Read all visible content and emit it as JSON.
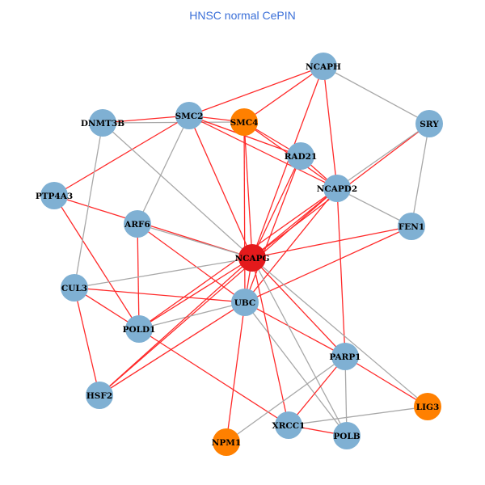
{
  "title": "HNSC normal CePIN",
  "colors": {
    "default_node": "#7fb0d3",
    "query_node": "#e41a1c",
    "highlight_node": "#ff8000",
    "red_edge": "#ff2a2a",
    "gray_edge": "#a8a8a8"
  },
  "nodes": [
    {
      "id": "NCAPH",
      "type": "default"
    },
    {
      "id": "SRY",
      "type": "default"
    },
    {
      "id": "DNMT3B",
      "type": "default"
    },
    {
      "id": "SMC2",
      "type": "default"
    },
    {
      "id": "SMC4",
      "type": "highlight"
    },
    {
      "id": "RAD21",
      "type": "default"
    },
    {
      "id": "NCAPD2",
      "type": "default"
    },
    {
      "id": "PTP4A3",
      "type": "default"
    },
    {
      "id": "ARF6",
      "type": "default"
    },
    {
      "id": "FEN1",
      "type": "default"
    },
    {
      "id": "NCAPG",
      "type": "query"
    },
    {
      "id": "CUL3",
      "type": "default"
    },
    {
      "id": "UBC",
      "type": "default"
    },
    {
      "id": "POLD1",
      "type": "default"
    },
    {
      "id": "PARP1",
      "type": "default"
    },
    {
      "id": "HSF2",
      "type": "default"
    },
    {
      "id": "LIG3",
      "type": "highlight"
    },
    {
      "id": "XRCC1",
      "type": "default"
    },
    {
      "id": "POLB",
      "type": "default"
    },
    {
      "id": "NPM1",
      "type": "highlight"
    }
  ],
  "edges": [
    [
      "NCAPH",
      "SMC2",
      "red"
    ],
    [
      "NCAPH",
      "SMC4",
      "red"
    ],
    [
      "NCAPH",
      "NCAPD2",
      "red"
    ],
    [
      "NCAPH",
      "NCAPG",
      "red"
    ],
    [
      "NCAPH",
      "SRY",
      "gray"
    ],
    [
      "SMC2",
      "DNMT3B",
      "red"
    ],
    [
      "DNMT3B",
      "SMC4",
      "gray"
    ],
    [
      "SMC2",
      "SMC4",
      "red"
    ],
    [
      "SMC2",
      "RAD21",
      "red"
    ],
    [
      "SMC2",
      "NCAPD2",
      "red"
    ],
    [
      "SMC2",
      "PTP4A3",
      "red"
    ],
    [
      "SMC2",
      "NCAPG",
      "red"
    ],
    [
      "SMC2",
      "ARF6",
      "gray"
    ],
    [
      "SMC4",
      "RAD21",
      "red"
    ],
    [
      "SMC4",
      "NCAPD2",
      "red"
    ],
    [
      "SMC4",
      "NCAPG",
      "red"
    ],
    [
      "SMC4",
      "UBC",
      "red"
    ],
    [
      "RAD21",
      "NCAPD2",
      "red"
    ],
    [
      "RAD21",
      "NCAPG",
      "red"
    ],
    [
      "RAD21",
      "UBC",
      "red"
    ],
    [
      "NCAPD2",
      "NCAPG",
      "red"
    ],
    [
      "NCAPD2",
      "UBC",
      "red"
    ],
    [
      "NCAPD2",
      "PARP1",
      "red"
    ],
    [
      "NCAPD2",
      "HSF2",
      "red"
    ],
    [
      "NCAPD2",
      "POLD1",
      "red"
    ],
    [
      "SRY",
      "NCAPG",
      "red"
    ],
    [
      "SRY",
      "NCAPD2",
      "gray"
    ],
    [
      "SRY",
      "FEN1",
      "gray"
    ],
    [
      "FEN1",
      "NCAPG",
      "red"
    ],
    [
      "FEN1",
      "UBC",
      "red"
    ],
    [
      "FEN1",
      "NCAPD2",
      "gray"
    ],
    [
      "PTP4A3",
      "NCAPG",
      "red"
    ],
    [
      "PTP4A3",
      "POLD1",
      "red"
    ],
    [
      "ARF6",
      "NCAPG",
      "gray"
    ],
    [
      "ARF6",
      "UBC",
      "red"
    ],
    [
      "ARF6",
      "POLD1",
      "red"
    ],
    [
      "DNMT3B",
      "CUL3",
      "gray"
    ],
    [
      "DNMT3B",
      "NCAPG",
      "gray"
    ],
    [
      "CUL3",
      "NCAPG",
      "gray"
    ],
    [
      "CUL3",
      "UBC",
      "red"
    ],
    [
      "CUL3",
      "POLD1",
      "red"
    ],
    [
      "CUL3",
      "HSF2",
      "red"
    ],
    [
      "POLD1",
      "NCAPG",
      "red"
    ],
    [
      "POLD1",
      "UBC",
      "gray"
    ],
    [
      "POLD1",
      "XRCC1",
      "red"
    ],
    [
      "HSF2",
      "NCAPG",
      "red"
    ],
    [
      "HSF2",
      "UBC",
      "red"
    ],
    [
      "UBC",
      "NCAPG",
      "red"
    ],
    [
      "UBC",
      "PARP1",
      "red"
    ],
    [
      "UBC",
      "NPM1",
      "red"
    ],
    [
      "UBC",
      "POLB",
      "gray"
    ],
    [
      "NCAPG",
      "PARP1",
      "red"
    ],
    [
      "NCAPG",
      "XRCC1",
      "red"
    ],
    [
      "NCAPG",
      "POLB",
      "gray"
    ],
    [
      "NCAPG",
      "LIG3",
      "gray"
    ],
    [
      "PARP1",
      "XRCC1",
      "red"
    ],
    [
      "PARP1",
      "LIG3",
      "red"
    ],
    [
      "PARP1",
      "NPM1",
      "gray"
    ],
    [
      "PARP1",
      "POLB",
      "gray"
    ],
    [
      "XRCC1",
      "POLB",
      "red"
    ],
    [
      "XRCC1",
      "LIG3",
      "gray"
    ]
  ]
}
